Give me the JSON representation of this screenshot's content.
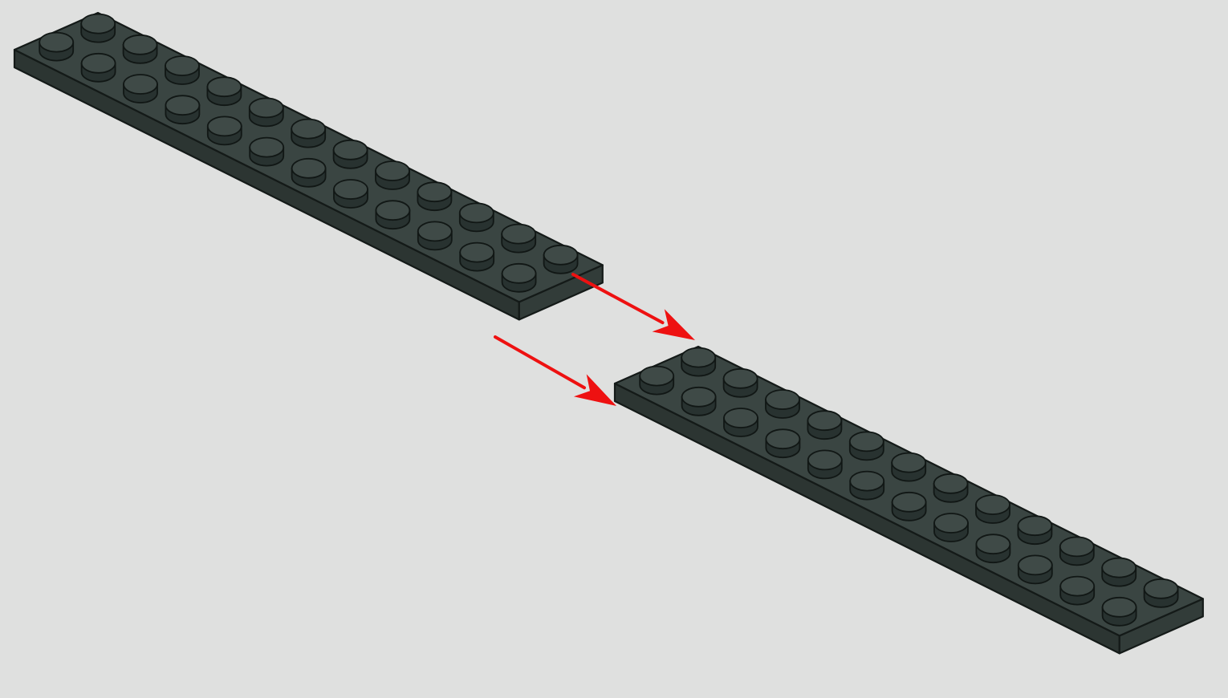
{
  "scene": {
    "description_free": true,
    "plate_color": "#3a4542",
    "plate_side_color": "#2c3532",
    "plate_front_color": "#323c39",
    "stud_color": "#3f4a47",
    "stud_side_color": "#283230",
    "arrow_color": "#ee1111",
    "background_color": "#dfe0df"
  },
  "plates": [
    {
      "name": "plate-left",
      "rows": 2,
      "columns": 12
    },
    {
      "name": "plate-right",
      "rows": 2,
      "columns": 12
    }
  ],
  "arrows": [
    {
      "name": "arrow-upper",
      "direction": "down-right"
    },
    {
      "name": "arrow-lower",
      "direction": "down-right"
    }
  ]
}
